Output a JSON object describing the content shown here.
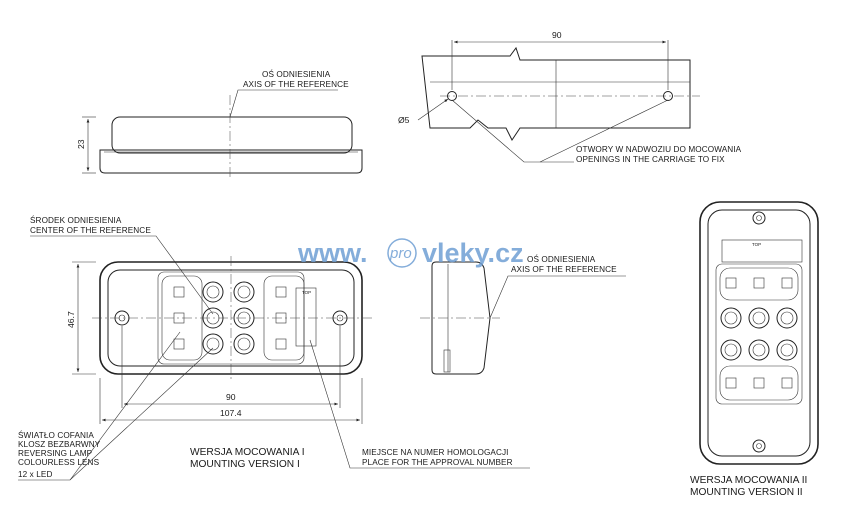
{
  "labels": {
    "axis_pl_top": "OŚ ODNIESIENIA",
    "axis_en_top": "AXIS OF THE REFERENCE",
    "axis_pl_side": "OŚ ODNIESIENIA",
    "axis_en_side": "AXIS OF THE REFERENCE",
    "center_pl": "ŚRODEK ODNIESIENIA",
    "center_en": "CENTER OF THE REFERENCE",
    "openings_pl": "OTWORY W NADWOZIU DO MOCOWANIA",
    "openings_en": "OPENINGS IN THE CARRIAGE TO FIX",
    "lamp_pl_1": "ŚWIATŁO COFANIA",
    "lamp_pl_2": "KLOSZ BEZBARWNY",
    "lamp_en_1": "REVERSING LAMP",
    "lamp_en_2": "COLOURLESS LENS",
    "lamp_led": "12 x LED",
    "approval_pl": "MIEJSCE NA NUMER HOMOLOGACJI",
    "approval_en": "PLACE FOR THE APPROVAL NUMBER",
    "top_mark": "TOP"
  },
  "dimensions": {
    "height_side": "23",
    "hole_spacing": "90",
    "hole_diameter": "Ø5",
    "height_front": "46.7",
    "hole_spacing_front": "90",
    "overall_width": "107.4"
  },
  "versions": {
    "v1_pl": "WERSJA MOCOWANIA I",
    "v1_en": "MOUNTING VERSION I",
    "v2_pl": "WERSJA MOCOWANIA II",
    "v2_en": "MOUNTING VERSION II"
  },
  "watermark": {
    "left": "www.",
    "mid": "pro",
    "right": "vleky.cz",
    "color": "#6f9fd4"
  }
}
